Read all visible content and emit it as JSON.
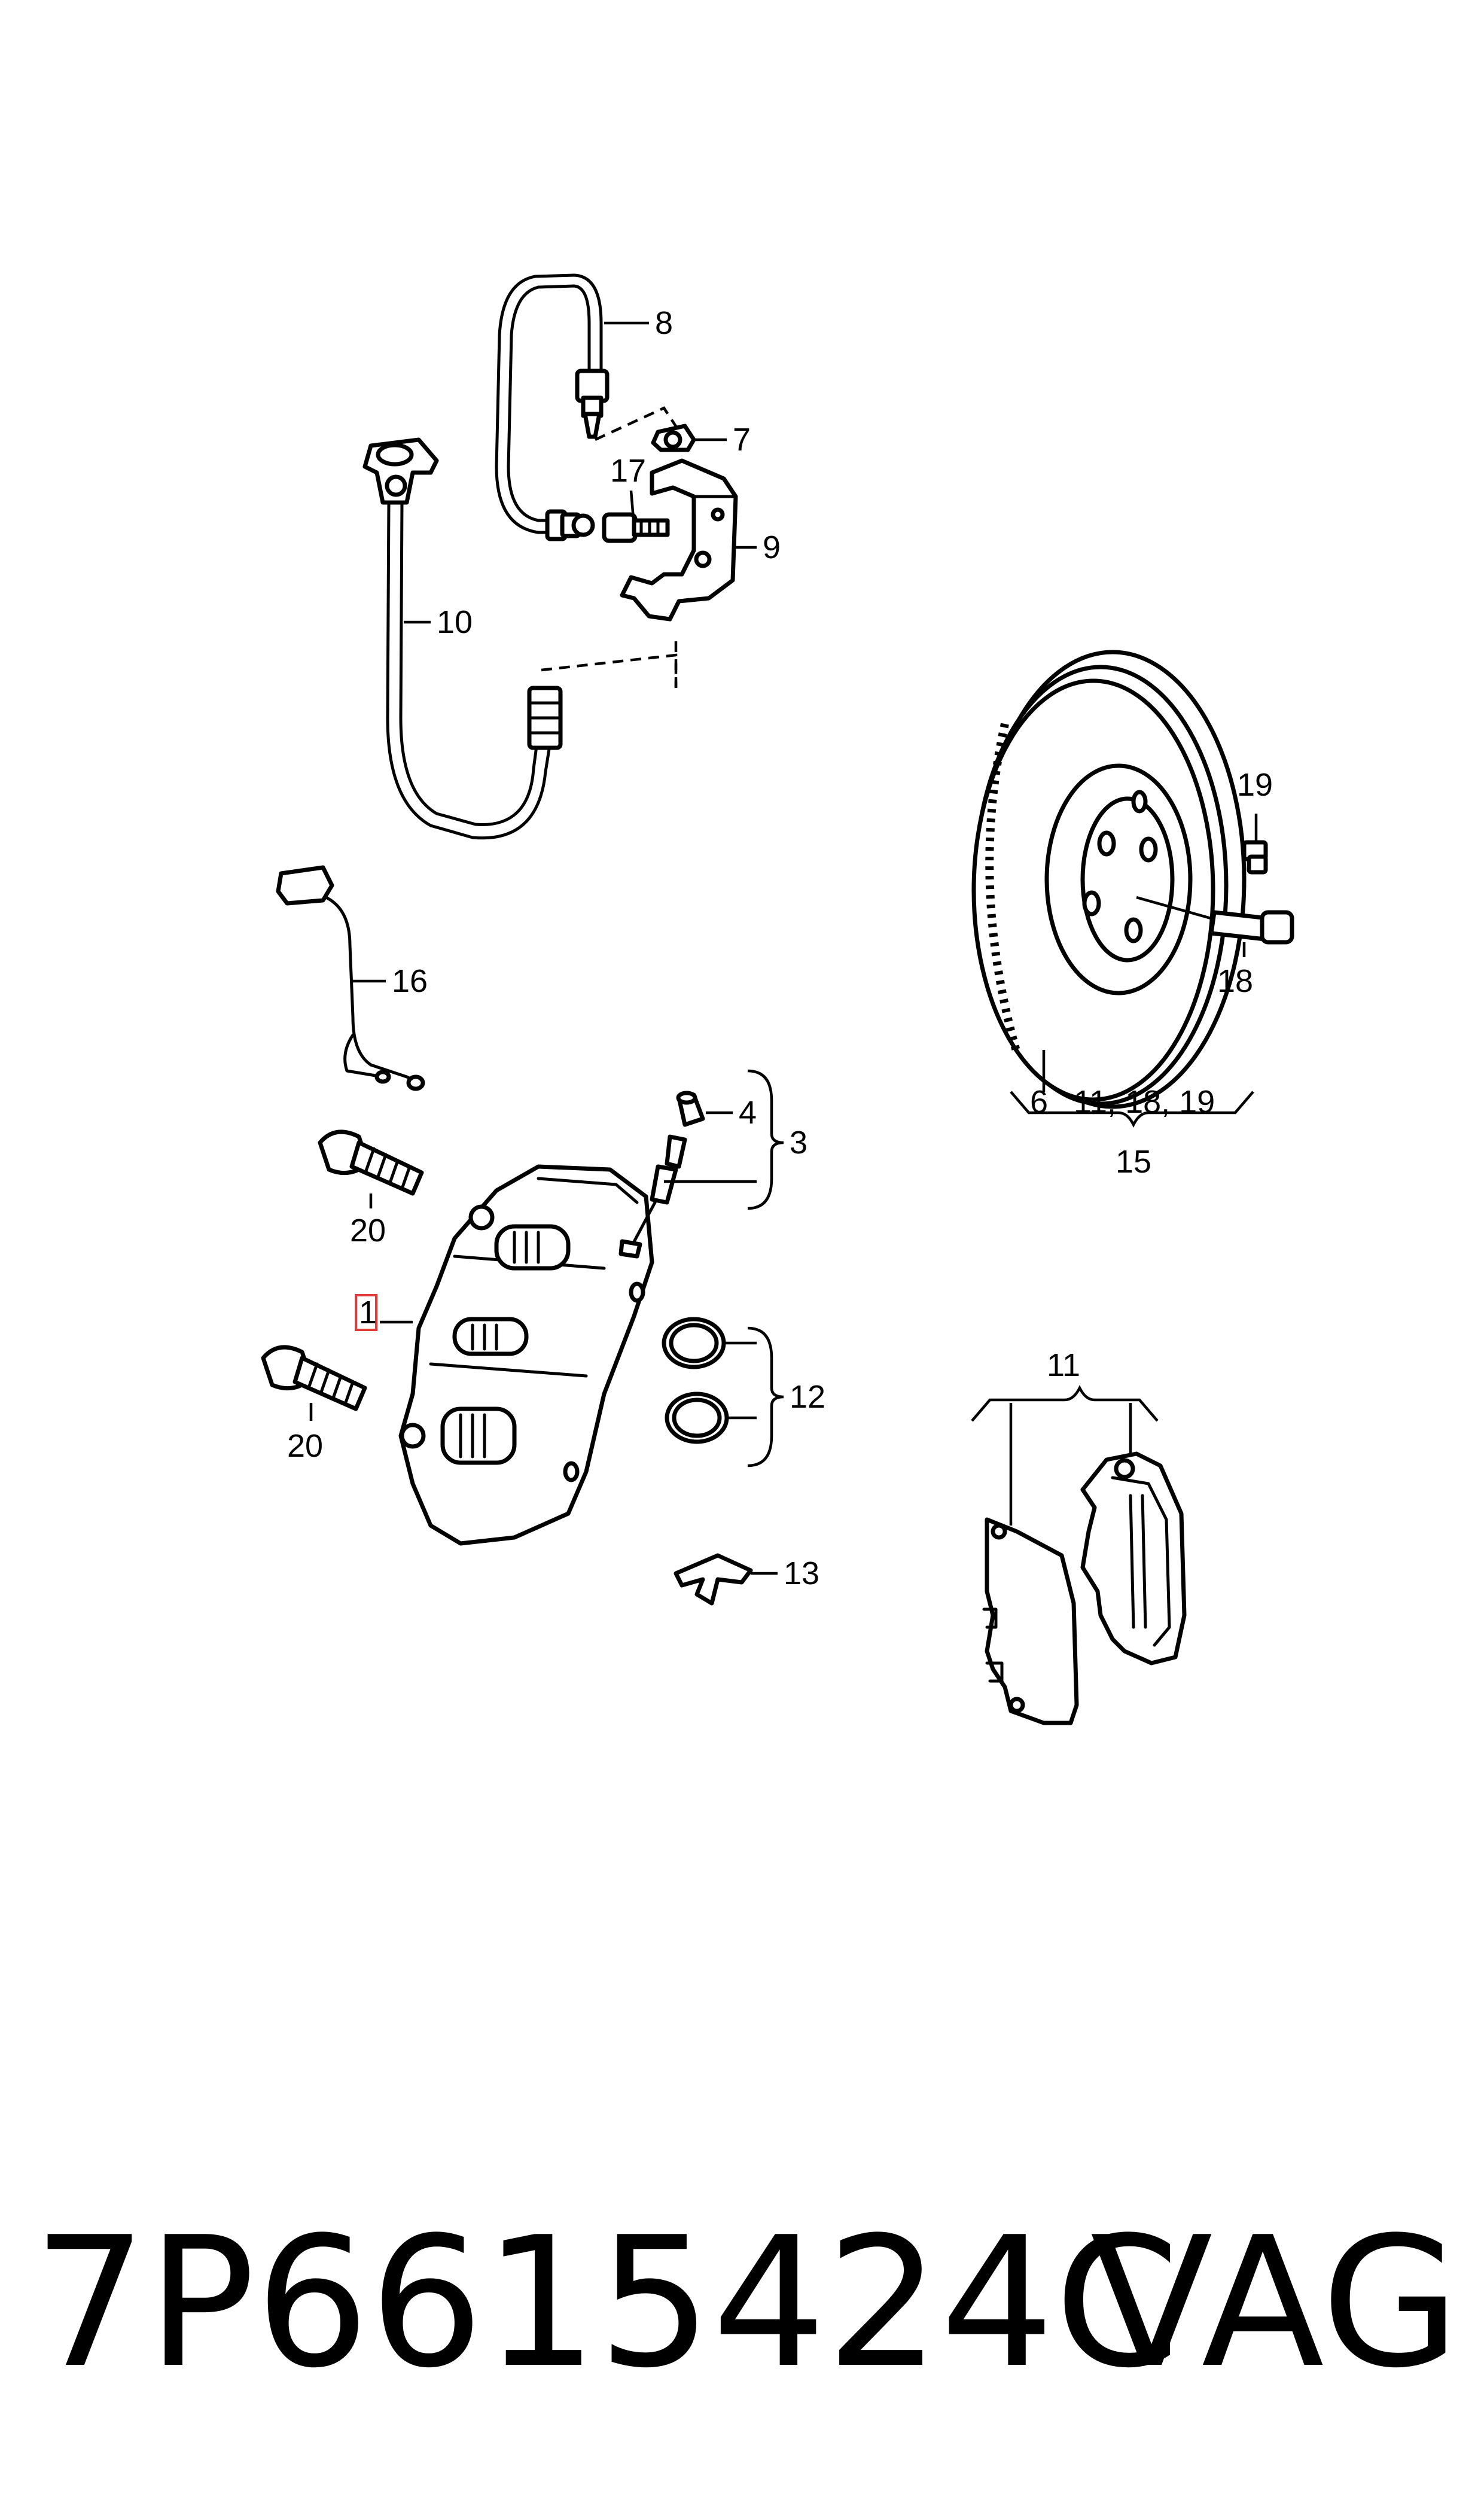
{
  "callouts": {
    "c1": "1",
    "c3": "3",
    "c4": "4",
    "c6": "6",
    "c7": "7",
    "c8": "8",
    "c9": "9",
    "c10": "10",
    "c11_top": "11",
    "c11_right": "11, 18, 19",
    "c12": "12",
    "c13": "13",
    "c15": "15",
    "c16": "16",
    "c17": "17",
    "c18": "18",
    "c19": "19",
    "c20_upper": "20",
    "c20_lower": "20"
  },
  "footer": {
    "part_number": "7P6615424C",
    "brand": "VAG"
  },
  "colors": {
    "line": "#000000",
    "background": "#ffffff",
    "highlight": "#e03a3a"
  }
}
